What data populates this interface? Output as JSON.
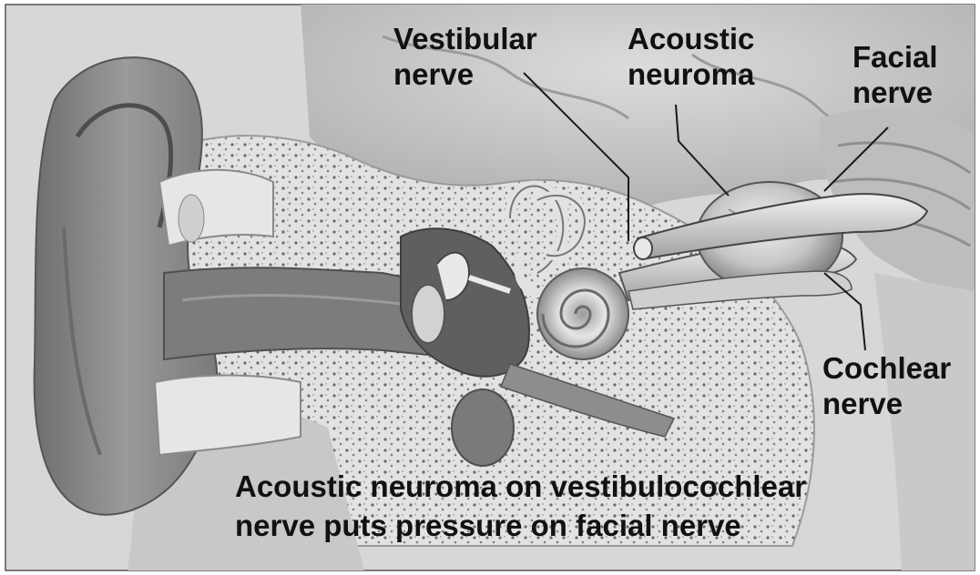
{
  "labels": {
    "vestibular_nerve": [
      "Vestibular",
      "nerve"
    ],
    "acoustic_neuroma": [
      "Acoustic",
      "neuroma"
    ],
    "facial_nerve": [
      "Facial",
      "nerve"
    ],
    "cochlear_nerve": [
      "Cochlear",
      "nerve"
    ]
  },
  "caption": [
    "Acoustic neuroma on vestibulocochlear",
    "nerve puts pressure on facial nerve"
  ],
  "colors": {
    "background": "#d6d6d6",
    "skin": "#8a8a8a",
    "bone": "#e4e4e4",
    "brain": "#c4c4c4",
    "text": "#111111",
    "leader_lines": "#1a1a1a"
  }
}
